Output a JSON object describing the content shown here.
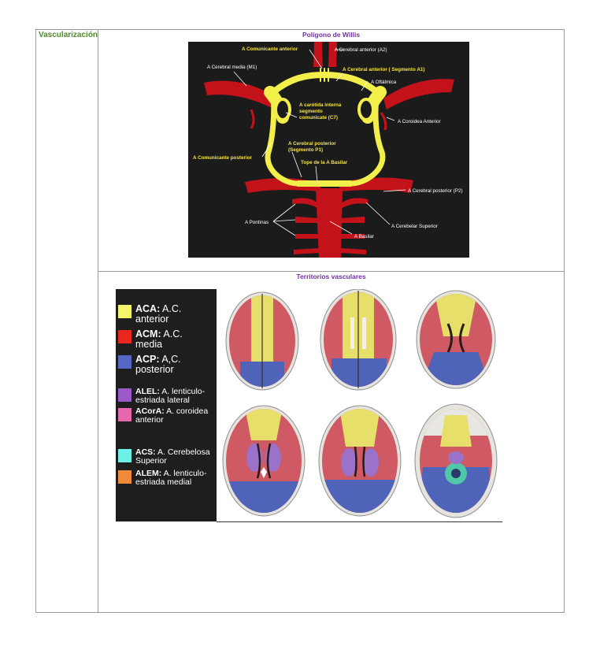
{
  "row_label": "Vascularización",
  "willis": {
    "title": "Polígono de Willis",
    "labels": {
      "com_ant": "A Comunicante anterior",
      "cer_ant_a2": "A Cerebral anterior (A2)",
      "cer_media": "A Cerebral media (M1)",
      "cer_ant_a1": "A Cerebral anterior ( Segmento A1)",
      "oftalmica": "A Oftálmica",
      "carotida_1": "A carótida interna",
      "carotida_2": "segmento",
      "carotida_3": "comunicate (C7)",
      "coroidea": "A Coroidea Anterior",
      "cer_post_1": "A Cerebral posterior",
      "cer_post_2": "(Segmento P1)",
      "com_post": "A Comunicante posterior",
      "tope": "Tope de la A Basilar",
      "cer_post_p2": "A Cerebral posterior (P2)",
      "pontinas": "A Pontinas",
      "cer_sup": "A Cerebelar Superior",
      "basilar": "A Basilar"
    }
  },
  "territorios": {
    "title": "Territorios vasculares",
    "legend": [
      {
        "abbr": "ACA:",
        "line1": " A.C.",
        "line2": "anterior",
        "color": "#f5f56b"
      },
      {
        "abbr": "ACM:",
        "line1": " A.C.",
        "line2": "media",
        "color": "#e8281e"
      },
      {
        "abbr": "ACP:",
        "line1": " A,C.",
        "line2": "posterior",
        "color": "#5567c2"
      },
      {
        "abbr": "ALEL:",
        "line1": " A. lenticulo-",
        "line2": "estriada lateral",
        "color": "#9b59c9"
      },
      {
        "abbr": "ACorA:",
        "line1": " A. coroidea",
        "line2": "anterior",
        "color": "#e868b0"
      },
      {
        "abbr": "ACS:",
        "line1": " A. Cerebelosa",
        "line2": "Superior",
        "color": "#6ff0e6"
      },
      {
        "abbr": "ALEM:",
        "line1": " A. lenticulo-",
        "line2": "estriada medial",
        "color": "#f08a3a"
      }
    ]
  },
  "colors": {
    "aca": "#e6e06a",
    "acm": "#cf5a64",
    "acp": "#4f63b8",
    "alel": "#9a72c9",
    "acs": "#4fc7a8",
    "artery_red": "#c4121a",
    "willis_yellow": "#f2ee4a",
    "label_yellow": "#f2e24a"
  }
}
